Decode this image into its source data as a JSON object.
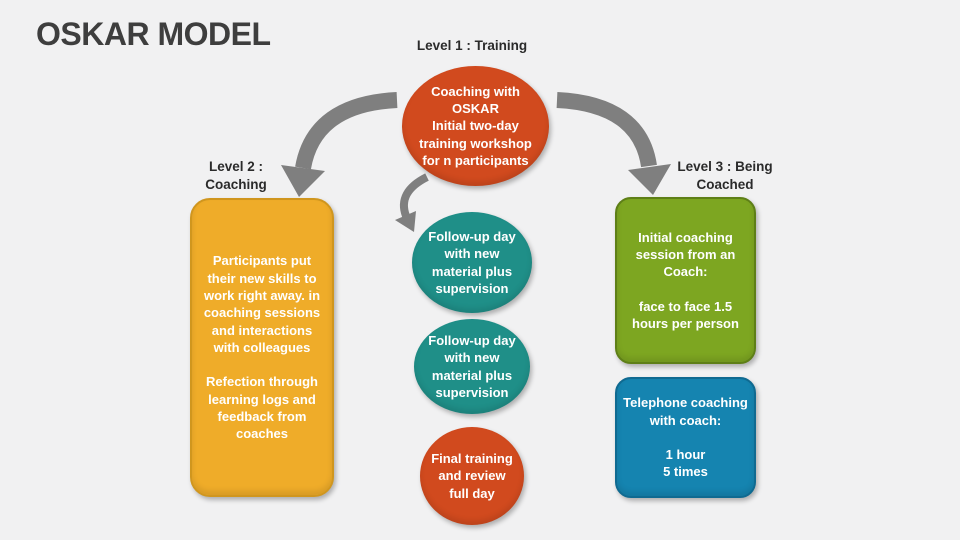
{
  "title": "OSKAR MODEL",
  "labels": {
    "level1": "Level 1 : Training",
    "level2": "Level 2 :\nCoaching",
    "level3": "Level 3 : Being\nCoached"
  },
  "nodes": {
    "training": "Coaching with\nOSKAR\nInitial two-day\ntraining workshop\nfor n participants",
    "coaching_box": "Participants put\ntheir new skills to\nwork right away. in\ncoaching sessions\nand interactions\nwith colleagues\n\nRefection through\nlearning logs and\nfeedback from\ncoaches",
    "followup1": "Follow-up day\nwith new\nmaterial plus\nsupervision",
    "followup2": "Follow-up day\nwith new\nmaterial plus\nsupervision",
    "final_training": "Final training\nand review\nfull day",
    "initial_coaching": "Initial coaching\nsession from an\nCoach:\n\nface to face 1.5\nhours per person",
    "telephone_coaching": "Telephone coaching\nwith coach:\n\n1 hour\n5 times"
  },
  "colors": {
    "background": "#F1F1F2",
    "title_text": "#3E3E3E",
    "label_text": "#2B2B2B",
    "orange": "#D14A1E",
    "teal": "#1F8F88",
    "yellow": "#EFAC29",
    "yellow_border": "#D0961E",
    "green": "#7DA621",
    "green_border": "#5E7F17",
    "blue": "#1584B0",
    "blue_border": "#0F6A91",
    "arrow": "#7F7F7F"
  }
}
